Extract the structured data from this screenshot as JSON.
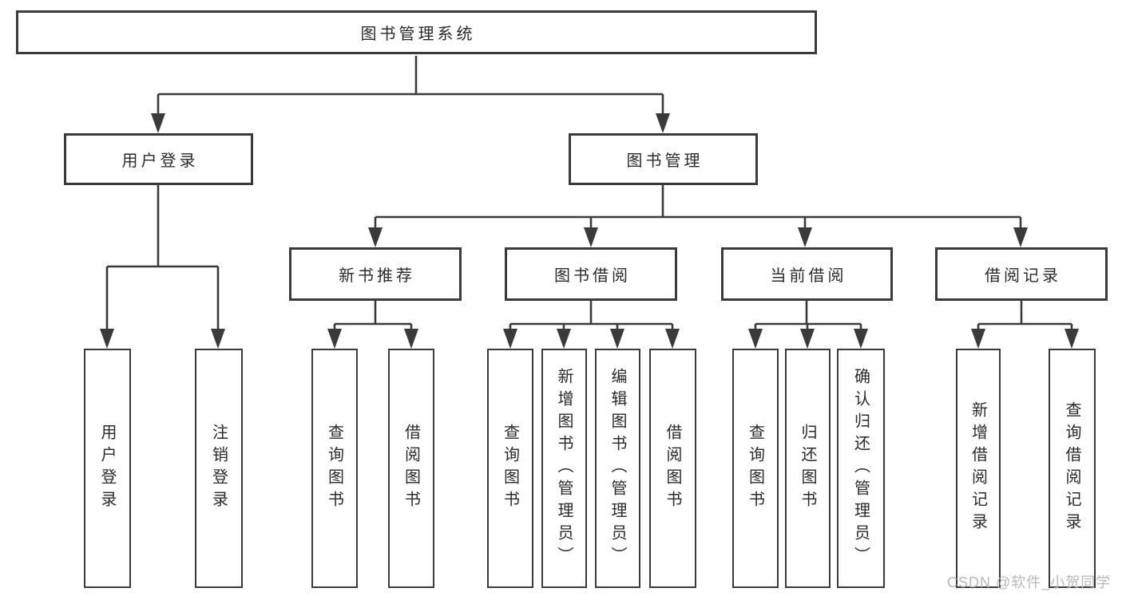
{
  "colors": {
    "line": "#3a3a3a",
    "box_border": "#3a3a3a",
    "text": "#2a2a2a",
    "watermark": "#b9b9b9",
    "background": "#ffffff"
  },
  "nodes": {
    "root": {
      "label": "图书管理系统"
    },
    "level2": [
      {
        "label": "用户登录"
      },
      {
        "label": "图书管理"
      }
    ],
    "level3": [
      {
        "label": "新书推荐"
      },
      {
        "label": "图书借阅"
      },
      {
        "label": "当前借阅"
      },
      {
        "label": "借阅记录"
      }
    ],
    "user_login_children": [
      {
        "label": "用户登录"
      },
      {
        "label": "注销登录"
      }
    ],
    "recommend_children": [
      {
        "label": "查询图书"
      },
      {
        "label": "借阅图书"
      }
    ],
    "borrow_children": [
      {
        "label": "查询图书"
      },
      {
        "label": "新增图书（管理员）"
      },
      {
        "label": "编辑图书（管理员）"
      },
      {
        "label": "借阅图书"
      }
    ],
    "current_children": [
      {
        "label": "查询图书"
      },
      {
        "label": "归还图书"
      },
      {
        "label": "确认归还（管理员）"
      }
    ],
    "records_children": [
      {
        "label": "新增借阅记录"
      },
      {
        "label": "查询借阅记录"
      }
    ]
  },
  "watermark": {
    "text": "CSDN @软件_小贺同学"
  }
}
